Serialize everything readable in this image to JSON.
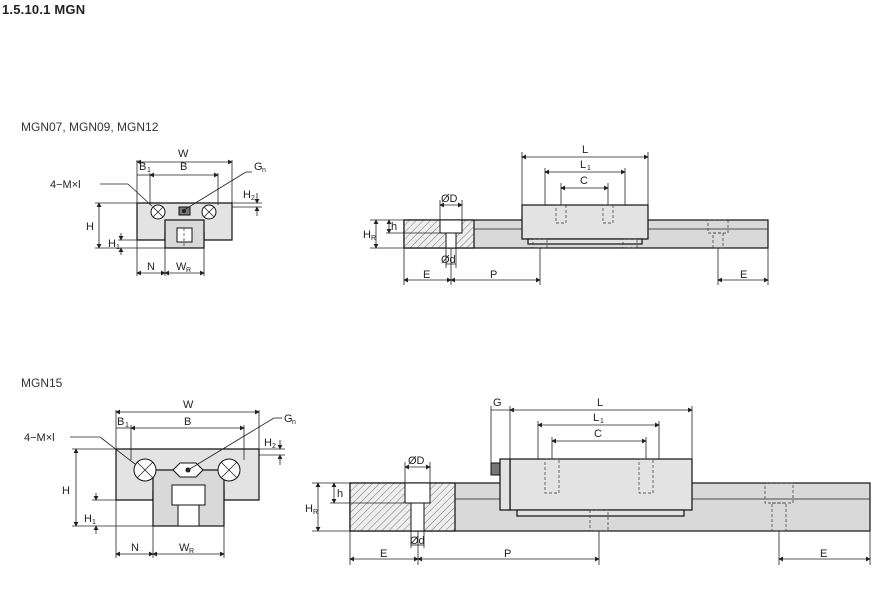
{
  "heading": "1.5.10.1 MGN",
  "sections": [
    {
      "caption": "MGN07, MGN09, MGN12",
      "front_labels": {
        "W": "W",
        "B": "B",
        "B1": "B",
        "B1_sub": "1",
        "Gn": "G",
        "Gn_sub": "n",
        "mxl": "4−M×l",
        "H": "H",
        "H1": "H",
        "H1_sub": "1",
        "H2": "H",
        "H2_sub": "2",
        "N": "N",
        "WR": "W",
        "WR_sub": "R"
      },
      "side_labels": {
        "L": "L",
        "L1": "L",
        "L1_sub": "1",
        "C": "C",
        "OD": "ØD",
        "Od": "Ød",
        "h": "h",
        "HR": "H",
        "HR_sub": "R",
        "E_left": "E",
        "P": "P",
        "E_right": "E"
      }
    },
    {
      "caption": "MGN15",
      "front_labels": {
        "W": "W",
        "B": "B",
        "B1": "B",
        "B1_sub": "1",
        "Gn": "G",
        "Gn_sub": "n",
        "mxl": "4−M×l",
        "H": "H",
        "H1": "H",
        "H1_sub": "1",
        "H2": "H",
        "H2_sub": "2",
        "N": "N",
        "WR": "W",
        "WR_sub": "R"
      },
      "side_labels": {
        "G": "G",
        "L": "L",
        "L1": "L",
        "L1_sub": "1",
        "C": "C",
        "OD": "ØD",
        "Od": "Ød",
        "h": "h",
        "HR": "H",
        "HR_sub": "R",
        "E_left": "E",
        "P": "P",
        "E_right": "E"
      }
    }
  ]
}
